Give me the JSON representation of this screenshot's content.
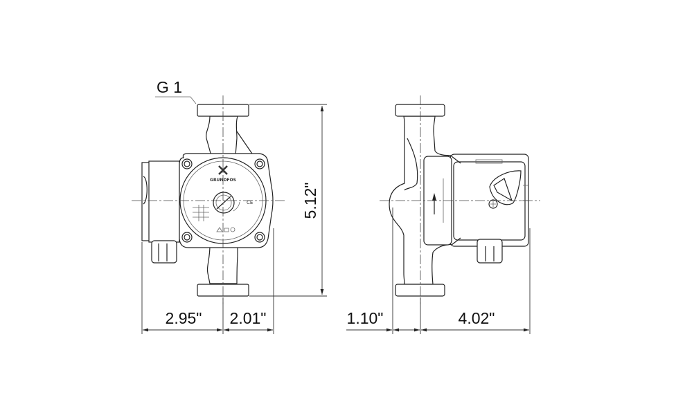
{
  "drawing": {
    "thread_label": "G 1",
    "brand_logo": "GRUNDFOS",
    "front_view": {
      "height_dim": "5.12\"",
      "left_width_dim": "2.95\"",
      "right_width_dim": "2.01\""
    },
    "side_view": {
      "left_offset_dim": "1.10\"",
      "right_depth_dim": "4.02\""
    }
  }
}
